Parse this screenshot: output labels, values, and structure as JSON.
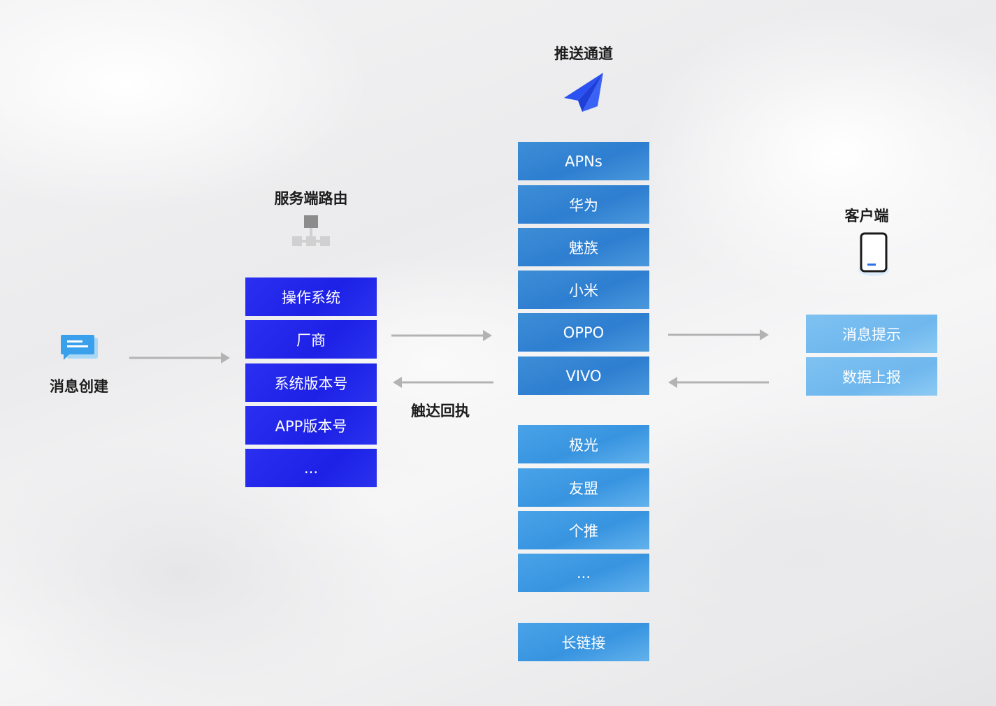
{
  "create": {
    "label": "消息创建",
    "icon": "chat-message-icon"
  },
  "route": {
    "title": "服务端路由",
    "icon": "hierarchy-icon",
    "items": [
      "操作系统",
      "厂商",
      "系统版本号",
      "APP版本号",
      "..."
    ]
  },
  "callback_label": "触达回执",
  "push": {
    "title": "推送通道",
    "icon": "paper-plane-icon",
    "vendor_items": [
      "APNs",
      "华为",
      "魅族",
      "小米",
      "OPPO",
      "VIVO"
    ],
    "thirdparty_items": [
      "极光",
      "友盟",
      "个推",
      "..."
    ],
    "long_link": "长链接"
  },
  "client": {
    "title": "客户端",
    "icon": "mobile-phone-icon",
    "items": [
      "消息提示",
      "数据上报"
    ]
  },
  "colors": {
    "route_box": "#1d21e6",
    "push_box": "#2e7ed1",
    "push_box_light": "#3894e0",
    "client_box": "#6fb7ee",
    "arrow": "#b3b3b3",
    "accent_icon": "#2b52f0"
  }
}
